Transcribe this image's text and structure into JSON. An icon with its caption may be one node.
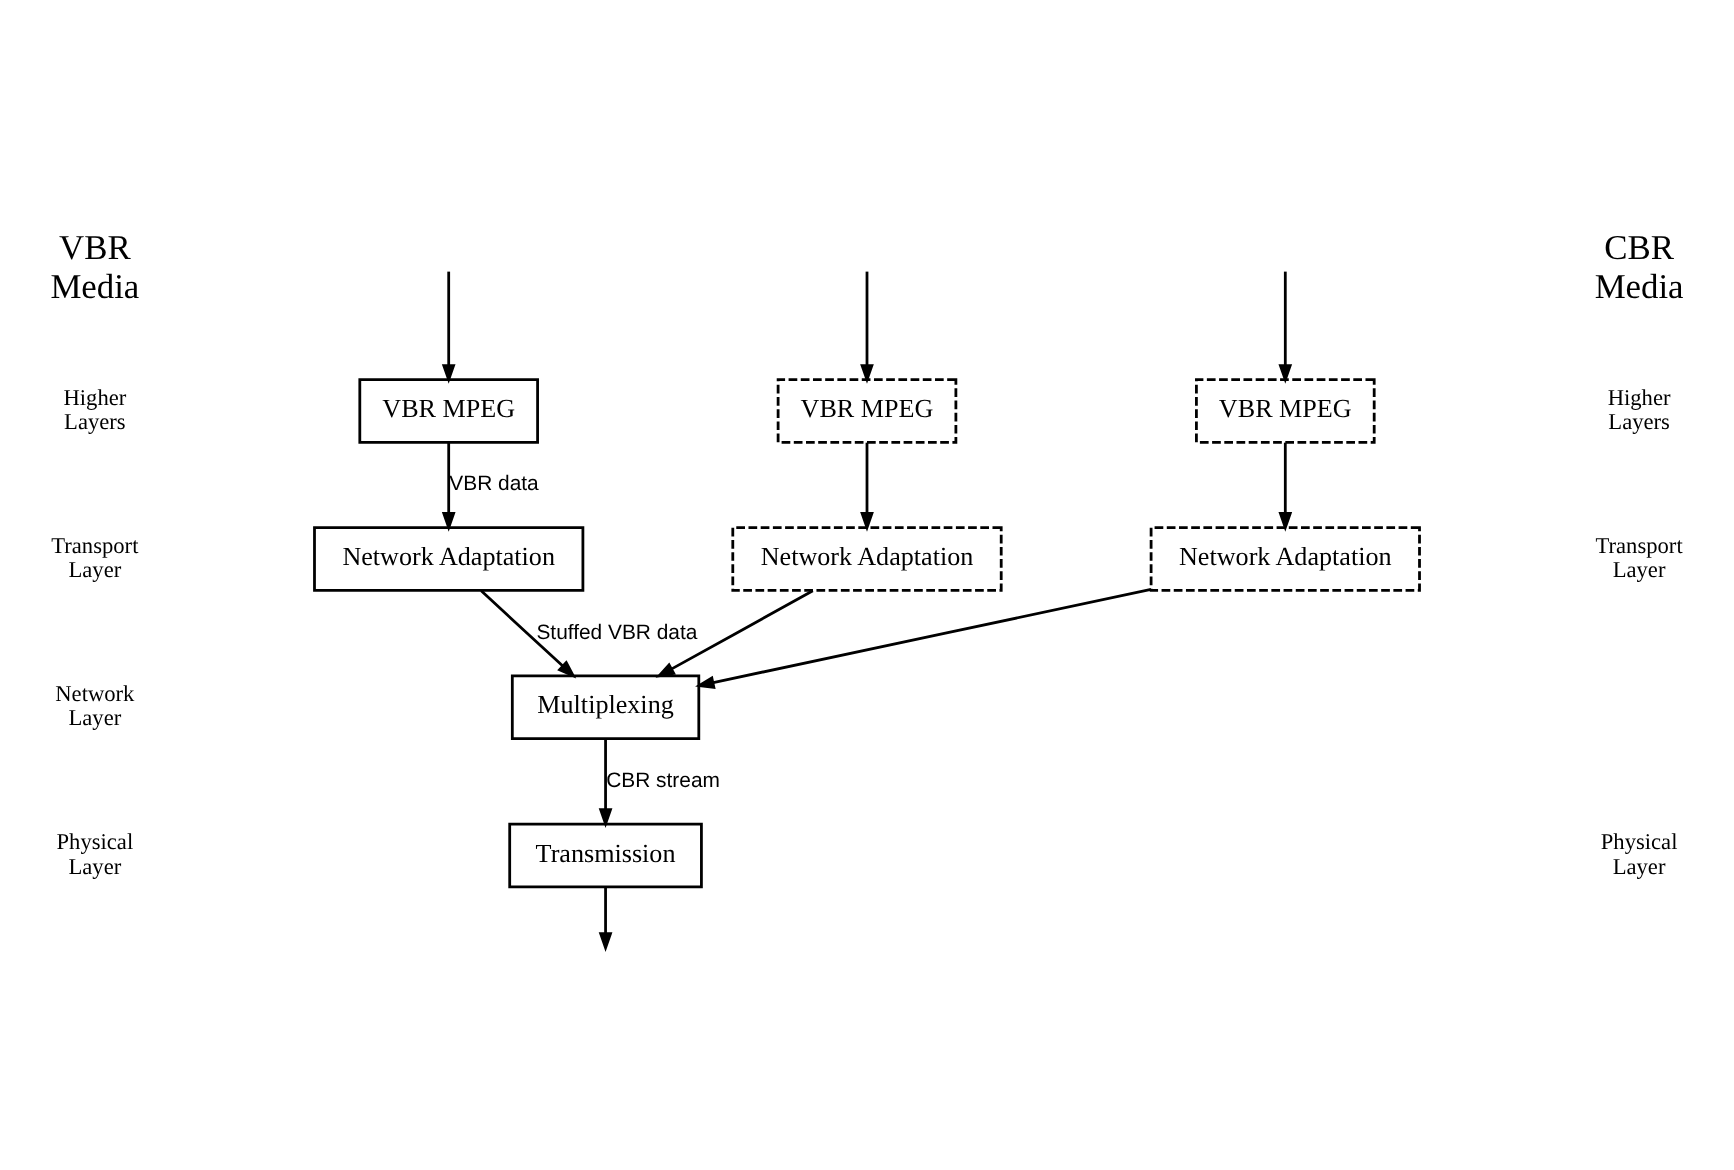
{
  "diagram": {
    "nodes": [
      {
        "text": [
          "VBR MPEG"
        ]
      },
      {
        "text": [
          "VBR MPEG"
        ]
      },
      {
        "text": [
          "VBR MPEG"
        ]
      },
      {
        "text": [
          "Network Adaptation"
        ]
      },
      {
        "text": [
          "Network Adaptation"
        ]
      },
      {
        "text": [
          "Network Adaptation"
        ]
      },
      {
        "text": [
          "Multiplexing"
        ]
      },
      {
        "text": [
          "Transmission"
        ]
      }
    ],
    "edges": [
      {
        "from": null,
        "to": 0,
        "arrow": "to"
      },
      {
        "from": null,
        "to": 1,
        "arrow": "to"
      },
      {
        "from": null,
        "to": 2,
        "arrow": "to"
      },
      {
        "from": 0,
        "to": 3,
        "arrow": "to",
        "label": "VBR data"
      },
      {
        "from": 1,
        "to": 4,
        "arrow": "to"
      },
      {
        "from": 2,
        "to": 5,
        "arrow": "to"
      },
      {
        "from": 3,
        "to": 6,
        "arrow": "to",
        "label": "Stuffed VBR data"
      },
      {
        "from": 4,
        "to": 6,
        "arrow": "to"
      },
      {
        "from": 5,
        "to": 6,
        "arrow": "to"
      },
      {
        "from": 6,
        "to": 7,
        "arrow": "to",
        "label": "CBR stream"
      },
      {
        "from": 7,
        "to": null,
        "arrow": "to"
      }
    ],
    "labels": [
      "VBR Media",
      "CBR Media",
      "Higher Layers",
      "Higher Layers",
      "Transport Layer",
      "Transport Layer",
      "Network Layer",
      "Physical Layer",
      "Physical Layer"
    ]
  }
}
